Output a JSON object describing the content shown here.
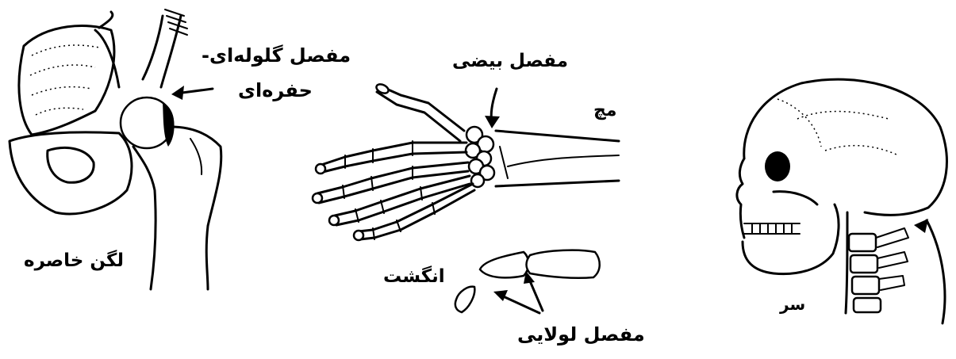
{
  "labels": {
    "ball_socket_line1": "مفصل گلوله‌ای-",
    "ball_socket_line2": "حفره‌ای",
    "pelvis": "لگن خاصره",
    "ellipsoid_joint": "مفصل بیضی",
    "wrist": "مچ",
    "finger": "انگشت",
    "hinge_joint": "مفصل لولایی",
    "head": "سر"
  }
}
